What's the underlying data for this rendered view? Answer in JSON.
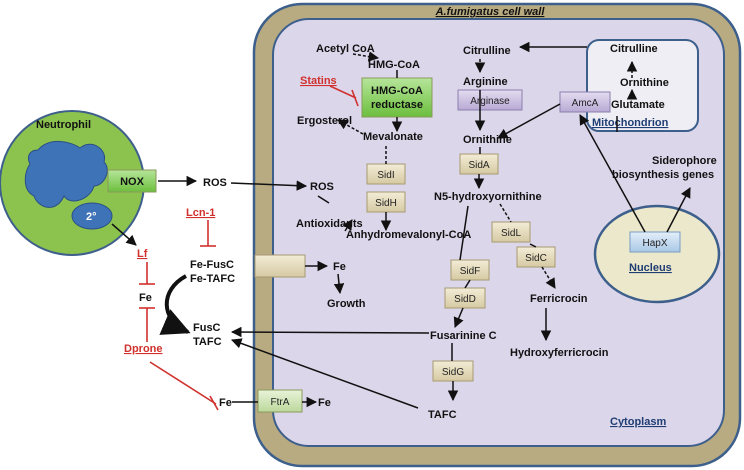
{
  "cell_wall": {
    "title": "A.fumigatus cell wall"
  },
  "compartments": {
    "cytoplasm": "Cytoplasm",
    "mitochondrion": "Mitochondrion",
    "nucleus": "Nucleus",
    "neutrophil": "Neutrophil",
    "granule": "2°"
  },
  "enzymes": {
    "hmgcoa": [
      "HMG-CoA",
      "reductase"
    ],
    "nox": "NOX",
    "sidi": "SidI",
    "sidh": "SidH",
    "arginase": "Arginase",
    "amca": "AmcA",
    "sida": "SidA",
    "sidl": "SidL",
    "sidc": "SidC",
    "sidf": "SidF",
    "sidd": "SidD",
    "sidg": "SidG",
    "ftra": "FtrA",
    "hapx": "HapX"
  },
  "metabolites": {
    "acetyl_coa": "Acetyl CoA",
    "hmg_coa": "HMG-CoA",
    "ergosterol": "Ergosterol",
    "mevalonate": "Mevalonate",
    "ros_out": "ROS",
    "ros_in": "ROS",
    "antioxidants": "Antioxidants",
    "anhydro": "Anhydromevalonyl-CoA",
    "fe_in": "Fe",
    "growth": "Growth",
    "citrulline": "Citrulline",
    "arginine": "Arginine",
    "ornithine": "Ornithine",
    "n5": "N5-hydroxyornithine",
    "ferricrocin": "Ferricrocin",
    "hydroxyferricrocin": "Hydroxyferricrocin",
    "fusarinine": "Fusarinine C",
    "tafc_in": "TAFC",
    "mito_citrulline": "Citrulline",
    "mito_ornithine": "Ornithine",
    "mito_glutamate": "Glutamate",
    "siderophore_genes": [
      "Siderophore",
      "biosynthesis genes"
    ],
    "fe_fusc": "Fe-FusC",
    "fe_tafc": "Fe-TAFC",
    "fusc": "FusC",
    "tafc_out": "TAFC",
    "fe_mid": "Fe",
    "fe_low": "Fe",
    "fe_ftra": "Fe"
  },
  "inhibitors": {
    "statins": "Statins",
    "lcn1": "Lcn-1",
    "lf": "Lf",
    "dprone": "Dprone"
  }
}
